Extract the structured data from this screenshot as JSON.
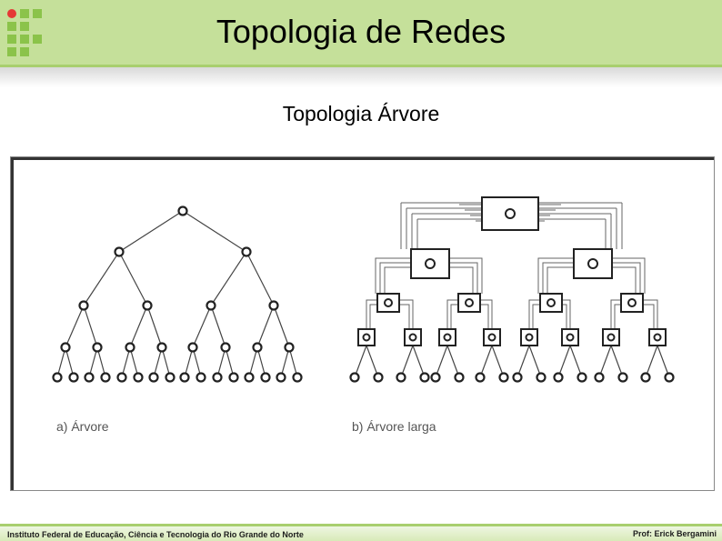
{
  "slide": {
    "title": "Topologia de Redes",
    "subtitle": "Topologia Árvore"
  },
  "figure": {
    "caption_a": "a) Árvore",
    "caption_b": "b) Árvore larga"
  },
  "footer": {
    "institution": "Instituto Federal de Educação, Ciência e Tecnologia do Rio Grande do Norte",
    "author": "Prof: Erick Bergamini"
  },
  "colors": {
    "header_bg": "#c5e09a",
    "logo_green": "#8bc34a",
    "logo_red": "#e53935"
  }
}
